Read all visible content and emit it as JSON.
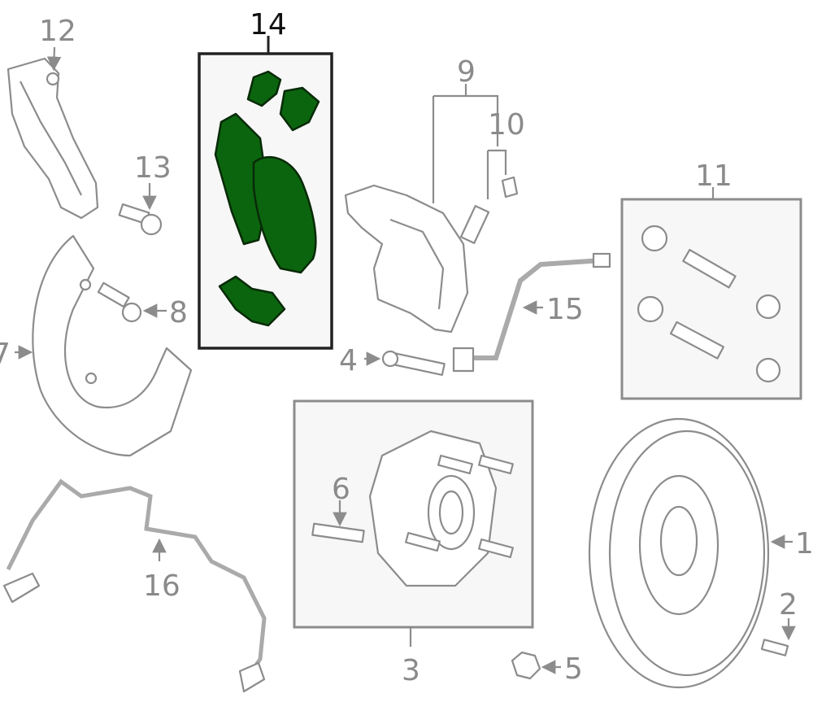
{
  "diagram": {
    "title": "Front brake assembly parts diagram",
    "highlight_color": "#0b650e",
    "callouts": {
      "c1": "1",
      "c2": "2",
      "c3": "3",
      "c4": "4",
      "c5": "5",
      "c6": "6",
      "c7": "7",
      "c8": "8",
      "c9": "9",
      "c10": "10",
      "c11": "11",
      "c12": "12",
      "c13": "13",
      "c14": "14",
      "c15": "15",
      "c16": "16"
    },
    "selected_callout": "14"
  }
}
